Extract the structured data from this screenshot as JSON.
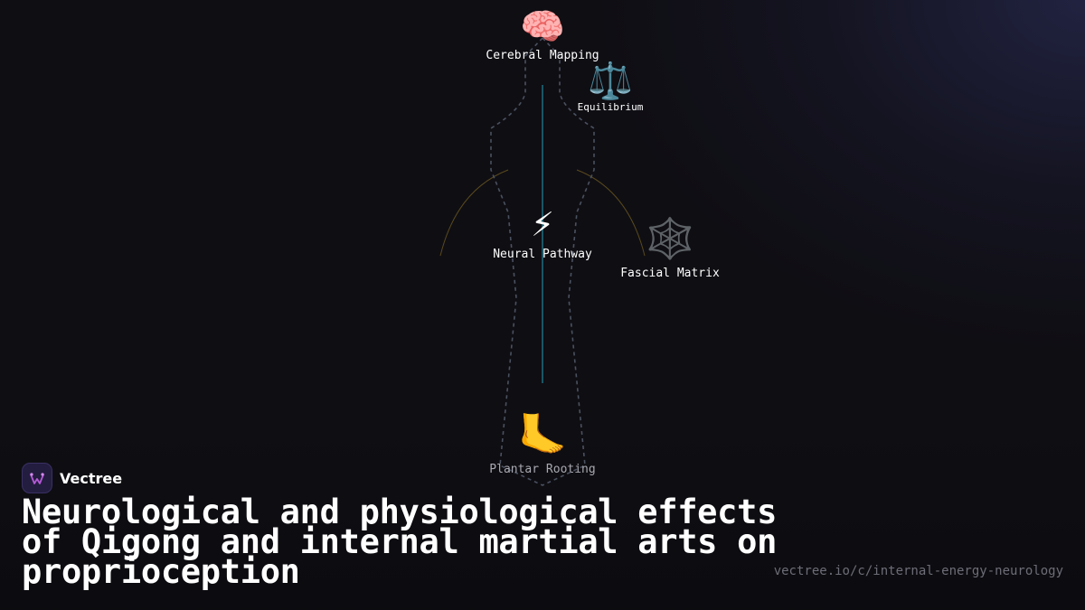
{
  "nodes": {
    "cerebral": {
      "glyph": "🧠",
      "label": "Cerebral Mapping",
      "icon": "brain-icon"
    },
    "equilibrium": {
      "glyph": "⚖️",
      "label": "Equilibrium",
      "icon": "scales-icon"
    },
    "neural": {
      "glyph": "⚡",
      "label": "Neural Pathway",
      "icon": "lightning-icon"
    },
    "fascial": {
      "glyph": "🕸️",
      "label": "Fascial Matrix",
      "icon": "web-icon"
    },
    "plantar": {
      "glyph": "🦶",
      "label": "Plantar Rooting",
      "icon": "foot-icon"
    }
  },
  "brand": {
    "name": "Vectree",
    "logo_icon": "vectree-logo-icon"
  },
  "title": "Neurological and physiological effects of Qigong and internal martial arts on proprioception",
  "url": "vectree.io/c/internal-energy-neurology",
  "colors": {
    "background": "#0f0e13",
    "spine": "#1f6f7f",
    "outline": "#4a5160",
    "arcs": "#5a4a1e",
    "logo_bg": "#231d3f",
    "logo_mark": "#b45ad6",
    "url": "#6d6d78"
  }
}
